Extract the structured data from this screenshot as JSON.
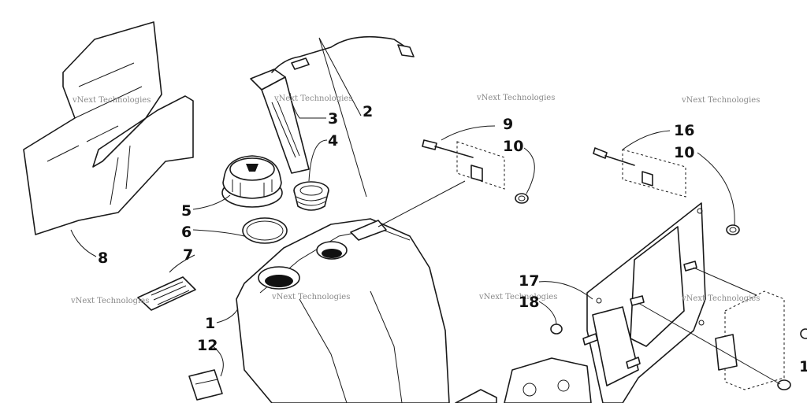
{
  "watermark": "vNext Technologies",
  "callouts": {
    "c1": "1",
    "c2": "2",
    "c3": "3",
    "c4": "4",
    "c5": "5",
    "c6": "6",
    "c7": "7",
    "c8": "8",
    "c9": "9",
    "c10a": "10",
    "c10b": "10",
    "c12": "12",
    "c16": "16",
    "c17": "17",
    "c18": "18",
    "c1edge": "1"
  }
}
